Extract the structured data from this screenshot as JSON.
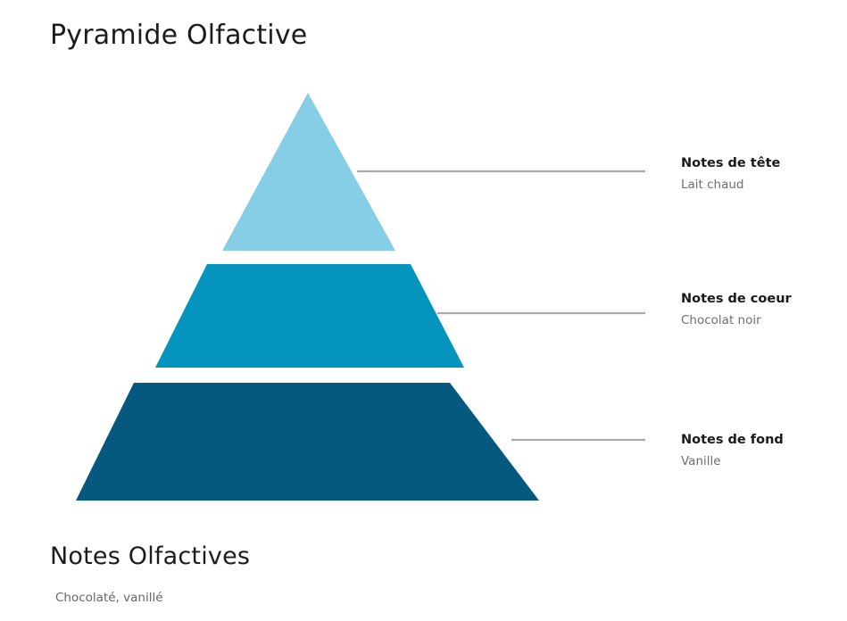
{
  "header": {
    "title": "Pyramide Olfactive"
  },
  "pyramid": {
    "tiers": [
      {
        "id": "top",
        "label": "Notes de tête",
        "value": "Lait chaud",
        "color": "#85cee6",
        "shape": "triangle",
        "leader_line_color": "#a9a9a9"
      },
      {
        "id": "middle",
        "label": "Notes de coeur",
        "value": "Chocolat noir",
        "color": "#0494bd",
        "shape": "trapezoid",
        "leader_line_color": "#a9a9a9"
      },
      {
        "id": "bottom",
        "label": "Notes de fond",
        "value": "Vanille",
        "color": "#06597e",
        "shape": "trapezoid",
        "leader_line_color": "#a9a9a9"
      }
    ]
  },
  "footer": {
    "title": "Notes Olfactives",
    "subtitle": "Chocolaté, vanillé"
  },
  "chart_data": {
    "type": "pyramid",
    "title": "Pyramide Olfactive",
    "categories": [
      "Notes de tête",
      "Notes de coeur",
      "Notes de fond"
    ],
    "values": [
      "Lait chaud",
      "Chocolat noir",
      "Vanille"
    ],
    "colors": [
      "#85cee6",
      "#0494bd",
      "#06597e"
    ],
    "legend": "right",
    "grid": false
  }
}
